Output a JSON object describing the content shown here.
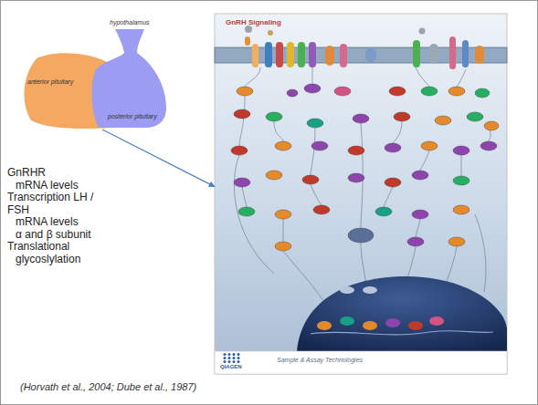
{
  "diagram": {
    "caption": "(Horvath et al., 2004; Dube et al., 1987)",
    "nodes": [
      {
        "text": [
          "anterior pituitary"
        ]
      },
      {
        "text": [
          "posterior pituitary"
        ]
      },
      {
        "text": [
          "GnRH Signaling",
          "Sample & Assay Technologies"
        ]
      }
    ],
    "edges": [
      {
        "from": 0,
        "to": 2,
        "arrow": "to"
      }
    ],
    "labels": [
      "hypothalamus",
      "GnRHR",
      "mRNA levels",
      "Transcription LH / FSH",
      "mRNA levels",
      "α and β subunit",
      "Translational",
      "glycoslylation",
      "QIAGEN"
    ]
  }
}
